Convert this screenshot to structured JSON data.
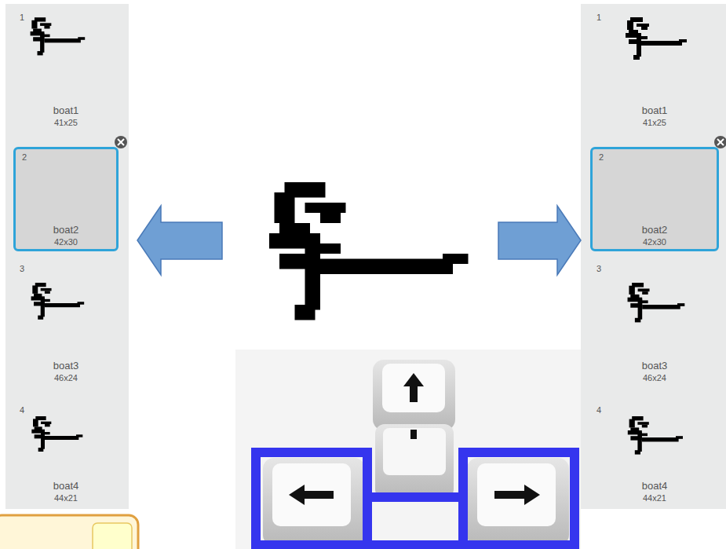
{
  "diagram": {
    "nodes": [
      {
        "text": [
          "1",
          "boat1",
          "41x25"
        ]
      },
      {
        "text": [
          "2",
          "boat2",
          "42x30"
        ]
      },
      {
        "text": [
          "3",
          "boat3",
          "46x24"
        ]
      },
      {
        "text": [
          "4",
          "boat4",
          "44x21"
        ]
      },
      {
        "text": [
          "1",
          "boat1",
          "41x25"
        ]
      },
      {
        "text": [
          "2",
          "boat2",
          "42x30"
        ]
      },
      {
        "text": [
          "3",
          "boat3",
          "46x24"
        ]
      },
      {
        "text": [
          "4",
          "boat4",
          "44x21"
        ]
      }
    ]
  }
}
